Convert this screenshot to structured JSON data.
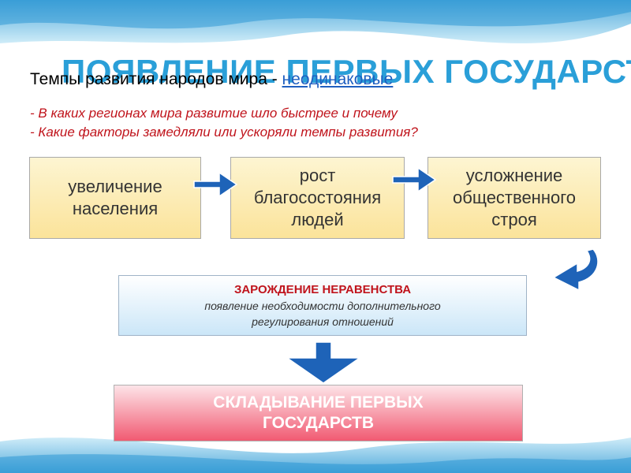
{
  "title": "ПОЯВЛЕНИЕ ПЕРВЫХ ГОСУДАРСТВ",
  "subtitle": {
    "prefix": "Темпы развития народов мира - ",
    "highlight": "неодинаковые"
  },
  "questions": [
    "- В каких регионах мира развитие шло быстрее и почему",
    "- Какие факторы замедляли или ускоряли темпы развития?"
  ],
  "steps": [
    {
      "lines": [
        "увеличение",
        "населения"
      ]
    },
    {
      "lines": [
        "рост",
        "благосостояния",
        "людей"
      ]
    },
    {
      "lines": [
        "усложнение",
        "общественного",
        "строя"
      ]
    }
  ],
  "inequality": {
    "title": "ЗАРОЖДЕНИЕ НЕРАВЕНСТВА",
    "lines": [
      "появление необходимости дополнительного",
      "регулирования отношений"
    ]
  },
  "result": {
    "lines": [
      "СКЛАДЫВАНИЕ ПЕРВЫХ",
      "ГОСУДАРСТВ"
    ]
  },
  "colors": {
    "title": "#2a9fd8",
    "question": "#c0141c",
    "highlight": "#1f5fc0",
    "arrow": "#1e63b8"
  }
}
